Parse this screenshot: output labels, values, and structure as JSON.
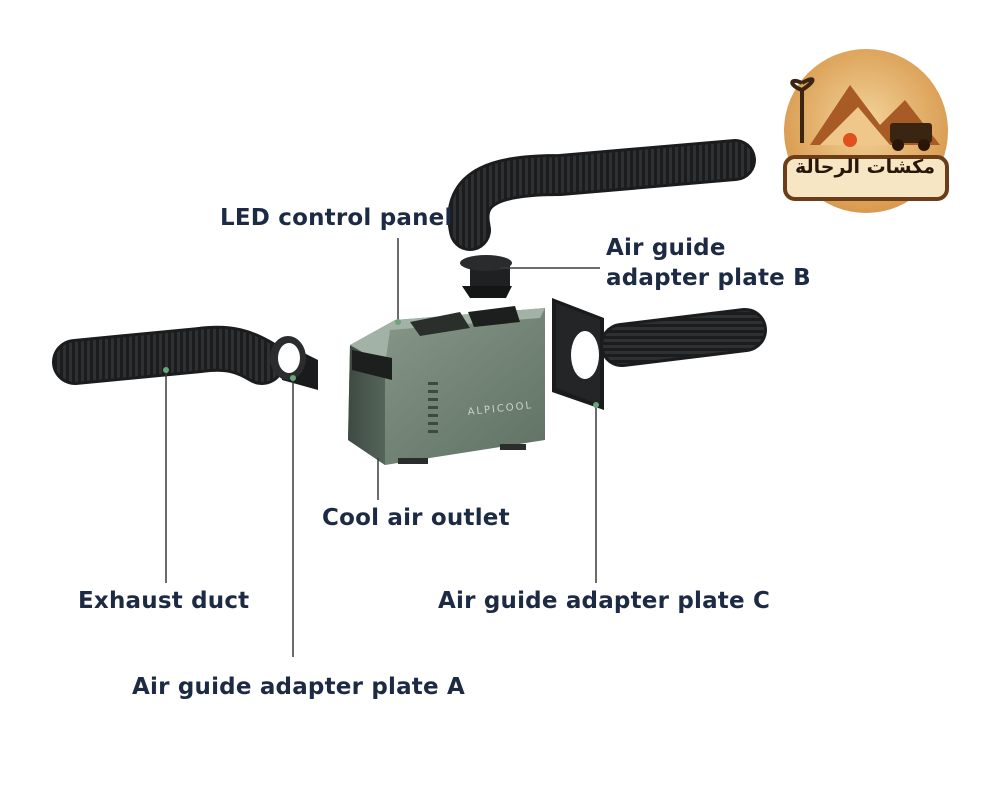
{
  "labels": {
    "led_panel": "LED control panel",
    "plate_b": "Air guide adapter plate B",
    "cool_outlet": "Cool air outlet",
    "exhaust_duct": "Exhaust duct",
    "plate_c": "Air guide adapter plate C",
    "plate_a": "Air guide adapter plate A"
  },
  "product": {
    "brand": "ALPICOOL"
  },
  "logo": {
    "text": "مكشات الرحالة"
  },
  "colors": {
    "label_text": "#1c2a44",
    "unit_body": "#6b7f6f",
    "duct": "#2b2d2e",
    "leader_line": "#3a3a3a"
  }
}
